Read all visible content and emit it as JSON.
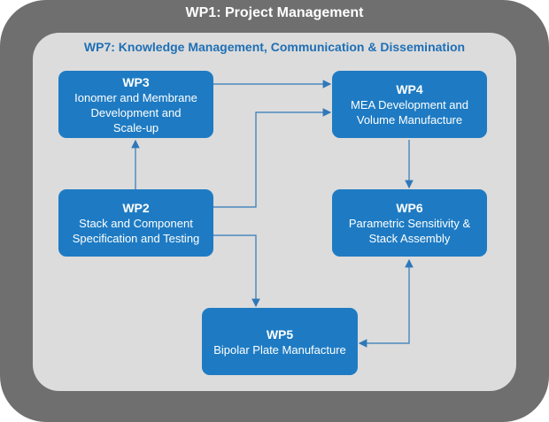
{
  "outer": {
    "title": "WP1: Project Management"
  },
  "inner": {
    "title": "WP7: Knowledge Management, Communication & Dissemination"
  },
  "boxes": {
    "wp3": {
      "id": "WP3",
      "lines": [
        "Ionomer and Membrane",
        "Development and",
        "Scale-up"
      ]
    },
    "wp4": {
      "id": "WP4",
      "lines": [
        "MEA Development and",
        "Volume Manufacture"
      ]
    },
    "wp2": {
      "id": "WP2",
      "lines": [
        "Stack and Component",
        "Specification and Testing"
      ]
    },
    "wp6": {
      "id": "WP6",
      "lines": [
        "Parametric Sensitivity &",
        "Stack Assembly"
      ]
    },
    "wp5": {
      "id": "WP5",
      "lines": [
        "Bipolar Plate Manufacture"
      ]
    }
  },
  "colors": {
    "outer": "#6f6f6f",
    "inner": "#dcdcdc",
    "box": "#1e7bc3",
    "title_blue": "#1f6fb5",
    "arrow": "#2f78b8"
  }
}
